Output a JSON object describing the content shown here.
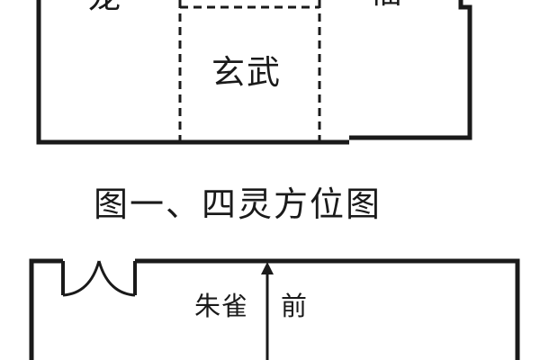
{
  "figure1": {
    "left_label": "龙",
    "right_label": "福",
    "center_label": "玄武",
    "caption": "图一、四灵方位图"
  },
  "figure2": {
    "label_zhuque": "朱雀",
    "label_front": "前"
  },
  "colors": {
    "ink": "#1a1a1a",
    "background": "#ffffff"
  }
}
